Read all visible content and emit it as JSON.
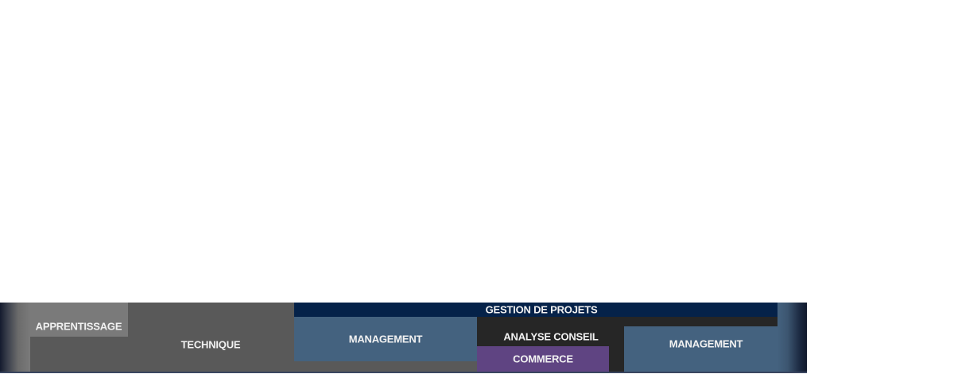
{
  "banner": {
    "segments": {
      "apprentissage": {
        "label": "APPRENTISSAGE",
        "color": "#7a7a7a"
      },
      "technique": {
        "label": "TECHNIQUE",
        "color": "#595959"
      },
      "gestion_de_projets": {
        "label": "GESTION DE PROJETS",
        "color": "#052249"
      },
      "management_1": {
        "label": "MANAGEMENT",
        "color": "#44627f"
      },
      "analyse_conseil": {
        "label": "ANALYSE CONSEIL",
        "color": "#262626"
      },
      "commerce": {
        "label": "COMMERCE",
        "color": "#5f4482"
      },
      "management_2": {
        "label": "MANAGEMENT",
        "color": "#44627f"
      }
    },
    "label_color": "#f2f2f2"
  }
}
